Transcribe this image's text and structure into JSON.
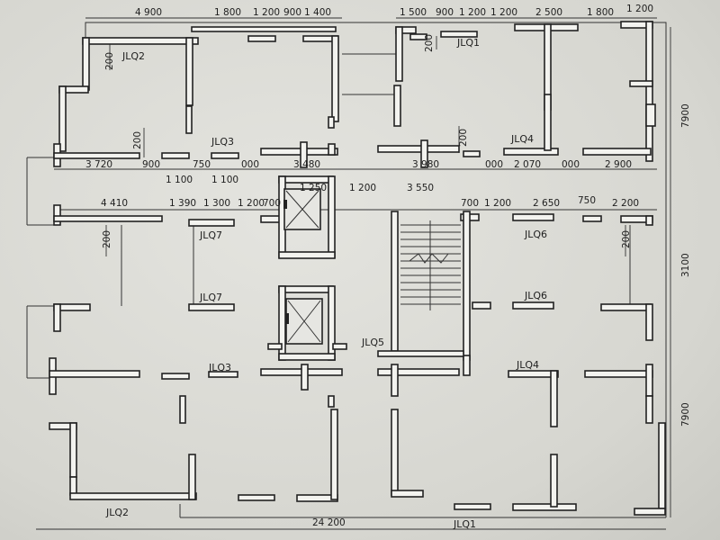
{
  "labels": {
    "jlq1_top": "JLQ1",
    "jlq1_bottom": "JLQ1",
    "jlq2_top": "JLQ2",
    "jlq2_bottom": "JLQ2",
    "jlq3_top": "JLQ3",
    "jlq3_bottom": "JLQ3",
    "jlq4_top": "JLQ4",
    "jlq4_bottom": "JLQ4",
    "jlq5": "JLQ5",
    "jlq6_a": "JLQ6",
    "jlq6_b": "JLQ6",
    "jlq7_a": "JLQ7",
    "jlq7_b": "JLQ7"
  },
  "dims_top": [
    "4 900",
    "1 800",
    "1 200",
    "900",
    "1 400",
    "1 500",
    "900",
    "1 200",
    "1 200",
    "2 500",
    "1 800",
    "1 200"
  ],
  "dims_row2": [
    "3 720",
    "900",
    "750",
    "000",
    "3 480",
    "3 980",
    "000",
    "2 070",
    "000",
    "2 900"
  ],
  "dims_row2b": [
    "1 100",
    "1 100"
  ],
  "dims_row3": [
    "1 250",
    "1 200",
    "3 550"
  ],
  "dims_row4": [
    "4 410",
    "1 390",
    "1 300",
    "1 200",
    "700",
    "700",
    "1 200",
    "2 650",
    "750",
    "2 200"
  ],
  "dims_200": [
    "200",
    "200",
    "200",
    "200",
    "200",
    "200"
  ],
  "dims_right": [
    "7900",
    "3100",
    "7900"
  ],
  "dim_bottom": "24 200"
}
